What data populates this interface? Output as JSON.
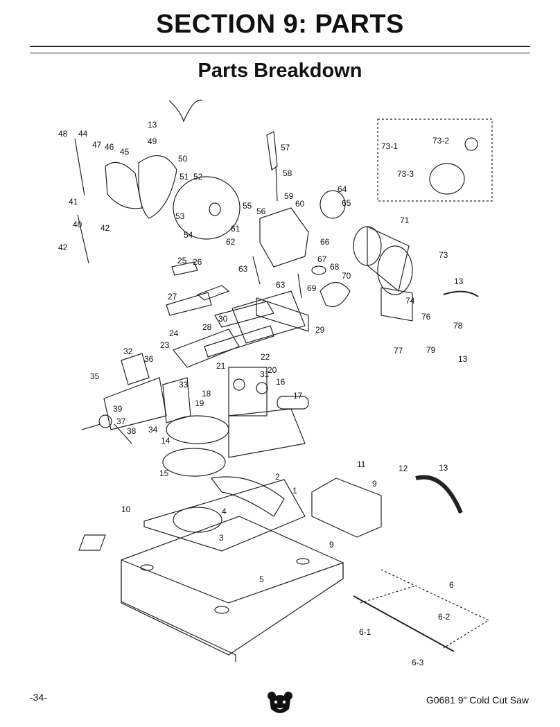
{
  "header": {
    "section_title": "SECTION 9: PARTS",
    "subtitle": "Parts Breakdown"
  },
  "callouts": [
    {
      "t": "13"
    },
    {
      "t": "48"
    },
    {
      "t": "44"
    },
    {
      "t": "47"
    },
    {
      "t": "46"
    },
    {
      "t": "45"
    },
    {
      "t": "49"
    },
    {
      "t": "50"
    },
    {
      "t": "51"
    },
    {
      "t": "52"
    },
    {
      "t": "41"
    },
    {
      "t": "40"
    },
    {
      "t": "42"
    },
    {
      "t": "42"
    },
    {
      "t": "53"
    },
    {
      "t": "54"
    },
    {
      "t": "55"
    },
    {
      "t": "56"
    },
    {
      "t": "57"
    },
    {
      "t": "58"
    },
    {
      "t": "59"
    },
    {
      "t": "60"
    },
    {
      "t": "64"
    },
    {
      "t": "65"
    },
    {
      "t": "61"
    },
    {
      "t": "62"
    },
    {
      "t": "66"
    },
    {
      "t": "73-1"
    },
    {
      "t": "73-2"
    },
    {
      "t": "73-3"
    },
    {
      "t": "71"
    },
    {
      "t": "73"
    },
    {
      "t": "63"
    },
    {
      "t": "63"
    },
    {
      "t": "67"
    },
    {
      "t": "68"
    },
    {
      "t": "69"
    },
    {
      "t": "70"
    },
    {
      "t": "74"
    },
    {
      "t": "13"
    },
    {
      "t": "76"
    },
    {
      "t": "78"
    },
    {
      "t": "77"
    },
    {
      "t": "79"
    },
    {
      "t": "13"
    },
    {
      "t": "25"
    },
    {
      "t": "26"
    },
    {
      "t": "27"
    },
    {
      "t": "30"
    },
    {
      "t": "28"
    },
    {
      "t": "29"
    },
    {
      "t": "24"
    },
    {
      "t": "23"
    },
    {
      "t": "32"
    },
    {
      "t": "36"
    },
    {
      "t": "21"
    },
    {
      "t": "22"
    },
    {
      "t": "31"
    },
    {
      "t": "20"
    },
    {
      "t": "35"
    },
    {
      "t": "33"
    },
    {
      "t": "16"
    },
    {
      "t": "18"
    },
    {
      "t": "19"
    },
    {
      "t": "17"
    },
    {
      "t": "39"
    },
    {
      "t": "37"
    },
    {
      "t": "38"
    },
    {
      "t": "34"
    },
    {
      "t": "14"
    },
    {
      "t": "15"
    },
    {
      "t": "2"
    },
    {
      "t": "1"
    },
    {
      "t": "11"
    },
    {
      "t": "12"
    },
    {
      "t": "13"
    },
    {
      "t": "9"
    },
    {
      "t": "10"
    },
    {
      "t": "4"
    },
    {
      "t": "3"
    },
    {
      "t": "9"
    },
    {
      "t": "5"
    },
    {
      "t": "6"
    },
    {
      "t": "6-2"
    },
    {
      "t": "6-1"
    },
    {
      "t": "6-3"
    }
  ],
  "footer": {
    "page_number": "-34-",
    "model": "G0681 9\" Cold Cut Saw"
  }
}
